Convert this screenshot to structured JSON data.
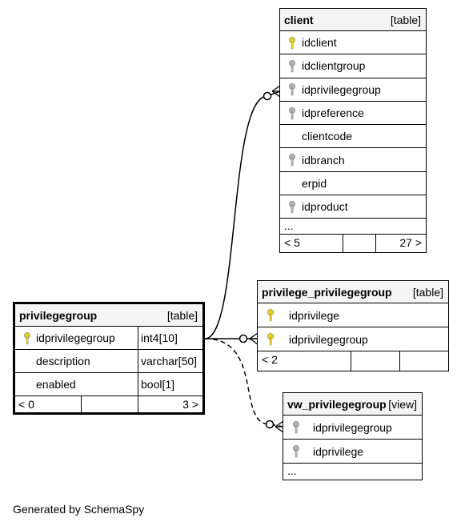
{
  "tables": {
    "client": {
      "name": "client",
      "kind": "[table]",
      "columns": [
        {
          "name": "idclient",
          "key": "primary"
        },
        {
          "name": "idclientgroup",
          "key": "foreign"
        },
        {
          "name": "idprivilegegroup",
          "key": "foreign"
        },
        {
          "name": "idpreference",
          "key": "foreign"
        },
        {
          "name": "clientcode",
          "key": "none"
        },
        {
          "name": "idbranch",
          "key": "foreign"
        },
        {
          "name": "erpid",
          "key": "none"
        },
        {
          "name": "idproduct",
          "key": "foreign"
        }
      ],
      "ellipsis": "...",
      "footer": {
        "left": "< 5",
        "right": "27 >"
      }
    },
    "privilege_privilegegroup": {
      "name": "privilege_privilegegroup",
      "kind": "[table]",
      "columns": [
        {
          "name": "idprivilege",
          "key": "primary"
        },
        {
          "name": "idprivilegegroup",
          "key": "primary"
        }
      ],
      "footer": {
        "left": "< 2",
        "right": ""
      }
    },
    "privilegegroup": {
      "name": "privilegegroup",
      "kind": "[table]",
      "columns": [
        {
          "name": "idprivilegegroup",
          "type": "int4[10]",
          "key": "primary"
        },
        {
          "name": "description",
          "type": "varchar[50]",
          "key": "none"
        },
        {
          "name": "enabled",
          "type": "bool[1]",
          "key": "none"
        }
      ],
      "footer": {
        "left": "< 0",
        "right": "3 >"
      }
    },
    "vw_privilegegroup": {
      "name": "vw_privilegegroup",
      "kind": "[view]",
      "columns": [
        {
          "name": "idprivilegegroup",
          "key": "foreign"
        },
        {
          "name": "idprivilege",
          "key": "foreign"
        }
      ],
      "ellipsis": "..."
    }
  },
  "colors": {
    "primary_key": "#e8d11a",
    "foreign_key": "#b0b0b0",
    "header_bg": "#f4f4f4"
  },
  "credit": "Generated by SchemaSpy"
}
